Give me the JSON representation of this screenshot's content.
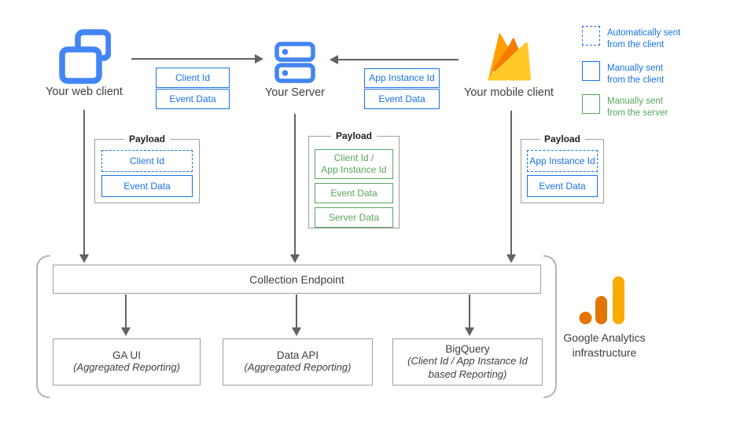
{
  "nodes": {
    "web_client": {
      "label": "Your web client",
      "icon": "overlapping-windows-icon"
    },
    "server": {
      "label": "Your Server",
      "icon": "server-stack-icon"
    },
    "mobile_client": {
      "label": "Your mobile client",
      "icon": "firebase-flame-icon"
    }
  },
  "edges": {
    "web_to_server": {
      "labels": [
        "Client Id",
        "Event Data"
      ]
    },
    "mobile_to_server": {
      "labels": [
        "App Instance Id",
        "Event Data"
      ]
    }
  },
  "legend": {
    "items": [
      {
        "line1": "Automatically sent",
        "line2": "from the client",
        "swatch": "dashed-blue"
      },
      {
        "line1": "Manually sent",
        "line2": "from the client",
        "swatch": "solid-blue"
      },
      {
        "line1": "Manually sent",
        "line2": "from the server",
        "swatch": "solid-green"
      }
    ]
  },
  "payloads": {
    "web": {
      "title": "Payload",
      "items": [
        {
          "label": "Client Id",
          "style": "dashed-blue"
        },
        {
          "label": "Event Data",
          "style": "solid-blue"
        }
      ]
    },
    "server": {
      "title": "Payload",
      "items": [
        {
          "label": "Client Id /",
          "label2": "App Instance Id",
          "style": "solid-green"
        },
        {
          "label": "Event Data",
          "style": "solid-green"
        },
        {
          "label": "Server Data",
          "style": "solid-green"
        }
      ]
    },
    "mobile": {
      "title": "Payload",
      "items": [
        {
          "label": "App Instance Id",
          "style": "dashed-blue"
        },
        {
          "label": "Event Data",
          "style": "solid-blue"
        }
      ]
    }
  },
  "infrastructure": {
    "endpoint_label": "Collection Endpoint",
    "outputs": [
      {
        "title": "GA UI",
        "subtitle": "(Aggregated Reporting)"
      },
      {
        "title": "Data API",
        "subtitle": "(Aggregated Reporting)"
      },
      {
        "title": "BigQuery",
        "subtitle": "(Client Id / App Instance Id based Reporting)"
      }
    ],
    "brand": {
      "line1": "Google Analytics",
      "line2": "infrastructure",
      "icon": "google-analytics-logo"
    }
  },
  "colors": {
    "icon_blue": "#4285F4",
    "accent_blue": "#1A73E8",
    "accent_green": "#58A55C",
    "arrow_gray": "#5F6368",
    "border_gray": "#9E9E9E",
    "firebase_orange": "#FFA000",
    "firebase_dark_orange": "#F57C00",
    "firebase_yellow": "#FFCA28",
    "ga_amber": "#F9AB00",
    "ga_orange": "#E37400"
  }
}
